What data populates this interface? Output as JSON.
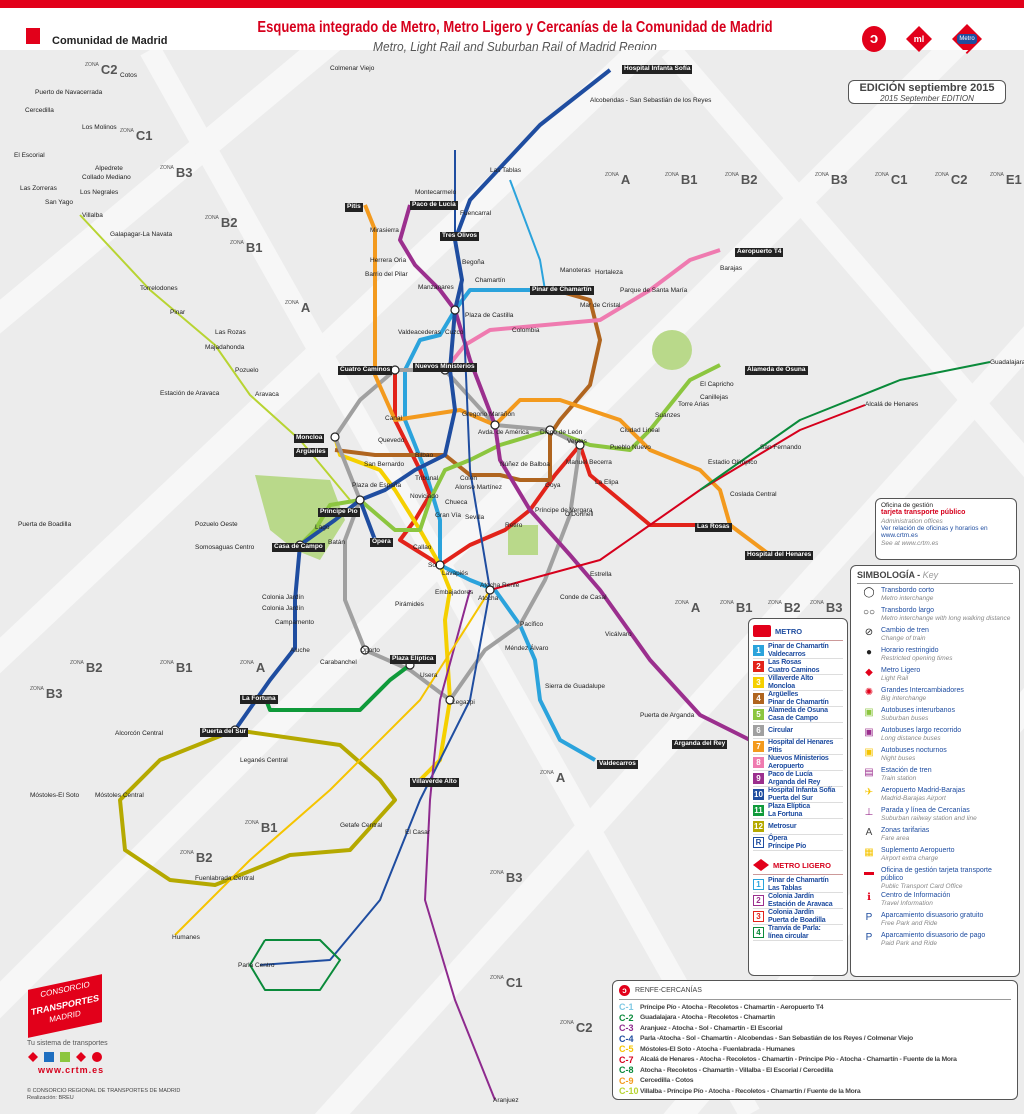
{
  "header": {
    "org": "Comunidad de Madrid",
    "title": "Esquema integrado de Metro, Metro Ligero y Cercanías de la Comunidad de Madrid",
    "subtitle": "Metro, Light Rail and Suburban Rail of Madrid Region",
    "icons": [
      "renfe-cercanias-icon",
      "metro-ligero-icon",
      "metro-icon"
    ],
    "metro_logo_text": "Metro"
  },
  "edition": {
    "es": "EDICIÓN septiembre 2015",
    "en": "2015 September EDITION"
  },
  "office": {
    "l1": "Oficina de gestión",
    "l2": "tarjeta transporte público",
    "l3": "Administration offices",
    "l4": "Ver relación de oficinas y horarios en www.crtm.es",
    "l5": "See at www.crtm.es"
  },
  "zones": [
    {
      "word": "ZONA",
      "name": "A"
    },
    {
      "word": "ZONA",
      "name": "B1"
    },
    {
      "word": "ZONA",
      "name": "B2"
    },
    {
      "word": "ZONA",
      "name": "B3"
    },
    {
      "word": "ZONA",
      "name": "C1"
    },
    {
      "word": "ZONA",
      "name": "C2"
    },
    {
      "word": "ZONA",
      "name": "E1"
    },
    {
      "word": "ZONA",
      "name": "C2"
    },
    {
      "word": "ZONA",
      "name": "C1"
    },
    {
      "word": "ZONA",
      "name": "B3"
    },
    {
      "word": "ZONA",
      "name": "B2"
    },
    {
      "word": "ZONA",
      "name": "B1"
    },
    {
      "word": "ZONA",
      "name": "A"
    },
    {
      "word": "ZONA",
      "name": "A"
    },
    {
      "word": "ZONA",
      "name": "B1"
    },
    {
      "word": "ZONA",
      "name": "B2"
    },
    {
      "word": "ZONA",
      "name": "B3"
    },
    {
      "word": "ZONA",
      "name": "A"
    },
    {
      "word": "ZONA",
      "name": "B1"
    },
    {
      "word": "ZONA",
      "name": "B2"
    },
    {
      "word": "ZONA",
      "name": "B3"
    },
    {
      "word": "ZONA",
      "name": "A"
    },
    {
      "word": "ZONA",
      "name": "B1"
    },
    {
      "word": "ZONA",
      "name": "B2"
    },
    {
      "word": "ZONA",
      "name": "B3"
    },
    {
      "word": "ZONA",
      "name": "C1"
    },
    {
      "word": "ZONA",
      "name": "C2"
    }
  ],
  "lines": [
    {
      "id": "1",
      "color": "#2ba3dc"
    },
    {
      "id": "2",
      "color": "#e2231a"
    },
    {
      "id": "3",
      "color": "#f5d000"
    },
    {
      "id": "4",
      "color": "#b0651f"
    },
    {
      "id": "5",
      "color": "#8cc63f"
    },
    {
      "id": "6",
      "color": "#a0a0a0"
    },
    {
      "id": "7",
      "color": "#f39a1e"
    },
    {
      "id": "8",
      "color": "#ef7bb0"
    },
    {
      "id": "9",
      "color": "#9b2f8e"
    },
    {
      "id": "10",
      "color": "#1f4da0"
    },
    {
      "id": "11",
      "color": "#0f9a3a"
    },
    {
      "id": "12",
      "color": "#b5a900"
    },
    {
      "id": "R",
      "color": "#1f4da0"
    },
    {
      "id": "ML1",
      "color": "#2ba3dc"
    },
    {
      "id": "C-10",
      "color": "#b8d432"
    },
    {
      "id": "C-4",
      "color": "#1f4da0"
    },
    {
      "id": "C-3",
      "color": "#8e2a8e"
    },
    {
      "id": "C-5",
      "color": "#f5c400"
    },
    {
      "id": "C-7",
      "color": "#d6001c"
    },
    {
      "id": "C-2",
      "color": "#0a8a3a"
    },
    {
      "id": "ML4",
      "color": "#0a8a3a"
    }
  ],
  "map": {
    "stations": [
      "Pinar de Chamartín",
      "Chamartín",
      "Plaza de Castilla",
      "Tres Olivos",
      "Fuencarral",
      "Begoña",
      "Cuatro Caminos",
      "Nuevos Ministerios",
      "Moncloa",
      "Argüelles",
      "Plaza de España",
      "Príncipe Pío",
      "Ópera",
      "Sol",
      "Callao",
      "Gran Vía",
      "Tribunal",
      "Bilbao",
      "Alonso Martínez",
      "Colón",
      "Goya",
      "Diego de León",
      "Avda. de América",
      "Gregorio Marañón",
      "Canal",
      "Quevedo",
      "San Bernardo",
      "Noviciado",
      "Retiro",
      "Príncipe de Vergara",
      "Manuel Becerra",
      "Ventas",
      "Pueblo Nuevo",
      "Estadio Olímpico",
      "Las Rosas",
      "Alameda de Osuna",
      "Aeropuerto T4",
      "Mar de Cristal",
      "Colombia",
      "Atocha Renfe",
      "Atocha",
      "Lavapiés",
      "Embajadores",
      "Legazpi",
      "Méndez Álvaro",
      "Pacífico",
      "Sierra de Guadalupe",
      "Valdecarros",
      "Villaverde Alto",
      "Plaza Elíptica",
      "Oporto",
      "Aluche",
      "Casa de Campo",
      "La Fortuna",
      "Puerta del Sur",
      "Alcorcón Central",
      "Móstoles Central",
      "Fuenlabrada Central",
      "Getafe Central",
      "El Casar",
      "Leganés Central",
      "Hospital del Henares",
      "Arganda del Rey",
      "Puerta de Arganda",
      "Paco de Lucía",
      "Pitis",
      "Hospital Infanta Sofía",
      "Las Tablas",
      "Colonia Jardín",
      "Estación de Aravaca",
      "Puerta de Boadilla",
      "Parla Centro",
      "Pozuelo",
      "Villalba",
      "Cercedilla",
      "El Escorial",
      "Cotos",
      "Colmenar Viejo",
      "Alcobendas - San Sebastián de los Reyes",
      "Guadalajara",
      "Alcalá de Henares",
      "Aranjuez",
      "Móstoles-El Soto",
      "Humanes",
      "Pirámides",
      "Chueca",
      "Sevilla",
      "Núñez de Balboa",
      "Cuzco",
      "Valdeacederas",
      "Estrella",
      "Vicálvaro",
      "Usera",
      "Conde de Casal",
      "O'Donnell",
      "La Elipa",
      "Barrio del Pilar",
      "Herrera Oria",
      "Lago",
      "Batán",
      "Campamento",
      "Carabanchel",
      "Manzanares",
      "Mirasierra",
      "Montecarmelo",
      "Colonia Jardín",
      "San Fernando",
      "Coslada Central",
      "Canillejas",
      "El Capricho",
      "Torre Arias",
      "Suanzes",
      "Ciudad Lineal",
      "Parque de Santa María",
      "Hortaleza",
      "Manoteras",
      "Barajas",
      "Pozuelo Oeste",
      "Somosaguas Centro",
      "Aravaca",
      "Majadahonda",
      "Las Rozas",
      "Pinar",
      "Torrelodones",
      "Galapagar-La Navata",
      "Collado Mediano",
      "Los Molinos",
      "Alpedrete",
      "Los Negrales",
      "San Yago",
      "Las Zorreras",
      "Puerto de Navacerrada"
    ]
  },
  "legend": {
    "metro_title": "METRO",
    "metro": [
      {
        "n": "1",
        "a": "Pinar de Chamartín",
        "b": "Valdecarros"
      },
      {
        "n": "2",
        "a": "Las Rosas",
        "b": "Cuatro Caminos"
      },
      {
        "n": "3",
        "a": "Villaverde Alto",
        "b": "Moncloa"
      },
      {
        "n": "4",
        "a": "Argüelles",
        "b": "Pinar de Chamartín"
      },
      {
        "n": "5",
        "a": "Alameda de Osuna",
        "b": "Casa de Campo"
      },
      {
        "n": "6",
        "a": "Circular",
        "b": ""
      },
      {
        "n": "7",
        "a": "Hospital del Henares",
        "b": "Pitis"
      },
      {
        "n": "8",
        "a": "Nuevos Ministerios",
        "b": "Aeropuerto"
      },
      {
        "n": "9",
        "a": "Paco de Lucía",
        "b": "Arganda del Rey"
      },
      {
        "n": "10",
        "a": "Hospital Infanta Sofía",
        "b": "Puerta del Sur"
      },
      {
        "n": "11",
        "a": "Plaza Elíptica",
        "b": "La Fortuna"
      },
      {
        "n": "12",
        "a": "Metrosur",
        "b": ""
      },
      {
        "n": "R",
        "a": "Ópera",
        "b": "Príncipe Pío"
      }
    ],
    "ml_title": "METRO LIGERO",
    "ml": [
      {
        "n": "1",
        "a": "Pinar de Chamartín",
        "b": "Las Tablas",
        "color": "#2ba3dc"
      },
      {
        "n": "2",
        "a": "Colonia Jardín",
        "b": "Estación de Aravaca",
        "color": "#9b2f8e"
      },
      {
        "n": "3",
        "a": "Colonia Jardín",
        "b": "Puerta de Boadilla",
        "color": "#e2231a"
      },
      {
        "n": "4",
        "a": "Tranvía de Parla:",
        "b": "línea circular",
        "color": "#0a8a3a"
      }
    ],
    "key_title": "SIMBOLOGÍA",
    "key_sub": "Key",
    "key": [
      {
        "icon": "short-interchange-icon",
        "g": "◯",
        "es": "Transbordo corto",
        "en": "Metro interchange"
      },
      {
        "icon": "long-interchange-icon",
        "g": "○○",
        "es": "Transbordo largo",
        "en": "Metro interchange with long walking distance"
      },
      {
        "icon": "change-train-icon",
        "g": "⊘",
        "es": "Cambio de tren",
        "en": "Change of train"
      },
      {
        "icon": "restricted-hours-icon",
        "g": "●",
        "es": "Horario restringido",
        "en": "Restricted opening times"
      },
      {
        "icon": "metro-ligero-icon",
        "g": "◆",
        "es": "Metro Ligero",
        "en": "Light Rail"
      },
      {
        "icon": "big-interchange-icon",
        "g": "✺",
        "es": "Grandes Intercambiadores",
        "en": "Big interchange"
      },
      {
        "icon": "suburban-bus-icon",
        "g": "▣",
        "es": "Autobuses interurbanos",
        "en": "Suburban buses"
      },
      {
        "icon": "long-distance-bus-icon",
        "g": "▣",
        "es": "Autobuses largo recorrido",
        "en": "Long distance buses"
      },
      {
        "icon": "night-bus-icon",
        "g": "▣",
        "es": "Autobuses nocturnos",
        "en": "Night buses"
      },
      {
        "icon": "train-station-icon",
        "g": "▤",
        "es": "Estación de tren",
        "en": "Train station"
      },
      {
        "icon": "airport-icon",
        "g": "✈",
        "es": "Aeropuerto Madrid-Barajas",
        "en": "Madrid-Barajas Airport"
      },
      {
        "icon": "suburban-station-icon",
        "g": "⊥",
        "es": "Parada y línea de Cercanías",
        "en": "Suburban railway station and line"
      },
      {
        "icon": "fare-zone-icon",
        "g": "A",
        "es": "Zonas tarifarias",
        "en": "Fare area"
      },
      {
        "icon": "airport-supplement-icon",
        "g": "▦",
        "es": "Suplemento Aeropuerto",
        "en": "Airport extra charge"
      },
      {
        "icon": "card-office-icon",
        "g": "▬",
        "es": "Oficina de gestión tarjeta transporte público",
        "en": "Public Transport Card Office"
      },
      {
        "icon": "info-icon",
        "g": "ℹ",
        "es": "Centro de Información",
        "en": "Travel Information"
      },
      {
        "icon": "free-parking-icon",
        "g": "P",
        "es": "Aparcamiento disuasorio gratuito",
        "en": "Free Park and Ride"
      },
      {
        "icon": "paid-parking-icon",
        "g": "P",
        "es": "Aparcamiento disuasorio de pago",
        "en": "Paid Park and Ride"
      }
    ],
    "renfe_title": "RENFE-CERCANÍAS",
    "renfe": [
      {
        "c": "C-1",
        "color": "#7ec8e3",
        "t": "Príncipe Pío - Atocha - Recoletos - Chamartín - Aeropuerto T4"
      },
      {
        "c": "C-2",
        "color": "#0a8a3a",
        "t": "Guadalajara - Atocha - Recoletos - Chamartín"
      },
      {
        "c": "C-3",
        "color": "#8e2a8e",
        "t": "Aranjuez - Atocha - Sol - Chamartín - El Escorial"
      },
      {
        "c": "C-4",
        "color": "#1f4da0",
        "t": "Parla -Atocha - Sol - Chamartín - Alcobendas - San Sebastián de los Reyes / Colmenar Viejo"
      },
      {
        "c": "C-5",
        "color": "#f5c400",
        "t": "Móstoles-El Soto - Atocha - Fuenlabrada - Humanes"
      },
      {
        "c": "C-7",
        "color": "#d6001c",
        "t": "Alcalá de Henares - Atocha - Recoletos - Chamartín - Príncipe Pío - Atocha - Chamartín - Fuente de la Mora"
      },
      {
        "c": "C-8",
        "color": "#0a8a3a",
        "t": "Atocha - Recoletos - Chamartín - Villalba - El Escorial / Cercedilla"
      },
      {
        "c": "C-9",
        "color": "#f39a1e",
        "t": "Cercedilla - Cotos"
      },
      {
        "c": "C-10",
        "color": "#b8d432",
        "t": "Villalba - Príncipe Pío - Atocha - Recoletos - Chamartín / Fuente de la Mora"
      }
    ]
  },
  "footer": {
    "logo_l1": "CONSORCIO",
    "logo_l2": "TRANSPORTES",
    "logo_l3": "MADRID",
    "tagline": "Tu sistema de transportes",
    "url": "www.crtm.es",
    "copyright": "© CONSORCIO REGIONAL DE TRANSPORTES DE MADRID",
    "credit": "Realización: BREU"
  }
}
